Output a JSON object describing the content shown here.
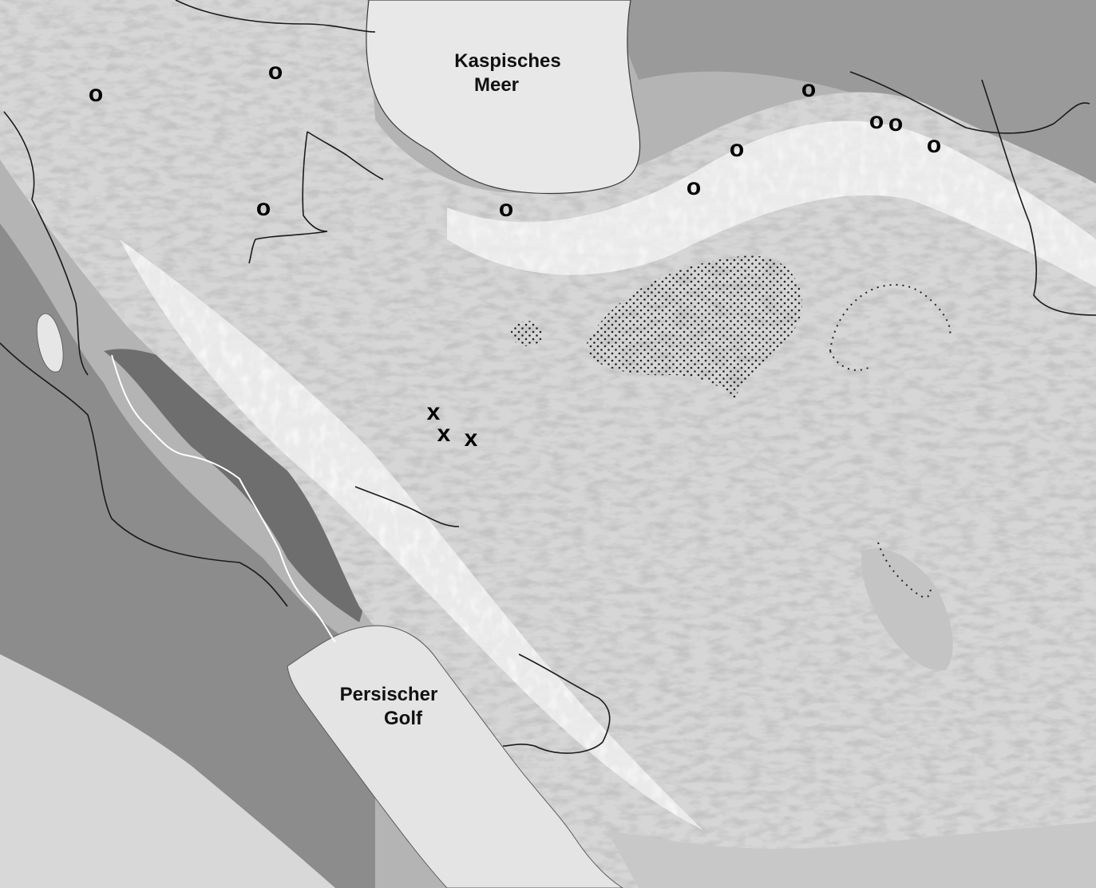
{
  "map": {
    "labels": {
      "caspian_line1": "Kaspisches",
      "caspian_line2": "Meer",
      "gulf_line1": "Persischer",
      "gulf_line2": "Golf"
    },
    "markers": {
      "o_symbol": "o",
      "x_symbol": "x"
    },
    "colors": {
      "water": "#e8e8e8",
      "lowland_dark": "#6e6e6e",
      "lowland_mid": "#8c8c8c",
      "lowland_light": "#b4b4b4",
      "plateau": "#d6d6d6",
      "mountain_highlight": "#f6f6f6",
      "mountain_shadow": "#9a9a9a",
      "border_line": "#1a1a1a",
      "river_line": "#ffffff",
      "dotted_region": "#222222"
    }
  }
}
